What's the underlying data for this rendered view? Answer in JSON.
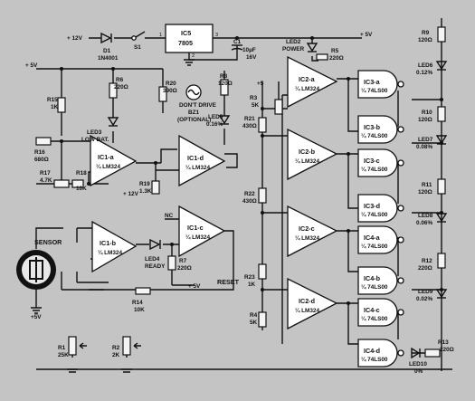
{
  "supply": {
    "in": "+ 12V",
    "out5": "+ 5V",
    "out5b": "+ 5V",
    "out5c": "+5",
    "out12": "+ 12V",
    "nc": "NC",
    "sensor_v": "+5V"
  },
  "regulator": {
    "ref": "IC5",
    "part": "7805",
    "pin1": "1",
    "pin2": "2",
    "pin3": "3"
  },
  "d1": {
    "ref": "D1",
    "part": "1N4001"
  },
  "s1": {
    "ref": "S1"
  },
  "c1": {
    "ref": "C1",
    "val": "10µF",
    "volt": "16V"
  },
  "led_power": {
    "ref": "LED2",
    "label": "POWER"
  },
  "r5": {
    "ref": "R5",
    "val": "220Ω"
  },
  "r15": {
    "ref": "R15",
    "val": "1K"
  },
  "r16": {
    "ref": "R16",
    "val": "680Ω"
  },
  "r17": {
    "ref": "R17",
    "val": "4.7K"
  },
  "r18": {
    "ref": "R18",
    "val": "10K"
  },
  "r19": {
    "ref": "R19",
    "val": "1.3K"
  },
  "r6": {
    "ref": "R6",
    "val": "220Ω"
  },
  "led_lowbat": {
    "ref": "LED3",
    "label": "LOW BAT."
  },
  "r20": {
    "ref": "R20",
    "val": "390Ω"
  },
  "bz1": {
    "line1": "DON'T DRIVE",
    "line2": "BZ1",
    "line3": "(OPTIONAL)"
  },
  "r8": {
    "ref": "R8",
    "val": "120Ω"
  },
  "led5": {
    "ref": "LED5",
    "val": "0.16%"
  },
  "r3": {
    "ref": "R3",
    "val": "5K"
  },
  "r21": {
    "ref": "R21",
    "val": "430Ω"
  },
  "r22": {
    "ref": "R22",
    "val": "430Ω"
  },
  "r23": {
    "ref": "R23",
    "val": "1K"
  },
  "r4": {
    "ref": "R4",
    "val": "5K"
  },
  "r7": {
    "ref": "R7",
    "val": "220Ω"
  },
  "r14": {
    "ref": "R14",
    "val": "10K"
  },
  "r1": {
    "ref": "R1",
    "val": "25K"
  },
  "r2": {
    "ref": "R2",
    "val": "2K"
  },
  "reset": "RESET",
  "sensor": "SENSOR",
  "led_ready": {
    "ref": "LED4",
    "label": "READY"
  },
  "opamps": {
    "ic1a": {
      "ref": "IC1-a",
      "part": "¼ LM324"
    },
    "ic1b": {
      "ref": "IC1-b",
      "part": "¼ LM324"
    },
    "ic1c": {
      "ref": "IC1-c",
      "part": "¼ LM324"
    },
    "ic1d": {
      "ref": "IC1-d",
      "part": "¼ LM324"
    },
    "ic2a": {
      "ref": "IC2-a",
      "part": "¼ LM324"
    },
    "ic2b": {
      "ref": "IC2-b",
      "part": "¼ LM324"
    },
    "ic2c": {
      "ref": "IC2-c",
      "part": "¼ LM324"
    },
    "ic2d": {
      "ref": "IC2-d",
      "part": "¼ LM324"
    }
  },
  "gates": {
    "ic3a": {
      "ref": "IC3-a",
      "part": "¼ 74LS00"
    },
    "ic3b": {
      "ref": "IC3-b",
      "part": "¼ 74LS00"
    },
    "ic3c": {
      "ref": "IC3-c",
      "part": "¼ 74LS00"
    },
    "ic3d": {
      "ref": "IC3-d",
      "part": "¼ 74LS00"
    },
    "ic4a": {
      "ref": "IC4-a",
      "part": "¼ 74LS00"
    },
    "ic4b": {
      "ref": "IC4-b",
      "part": "¼ 74LS00"
    },
    "ic4c": {
      "ref": "IC4-c",
      "part": "¼ 74LS00"
    },
    "ic4d": {
      "ref": "IC4-d",
      "part": "¼ 74LS00"
    }
  },
  "right": {
    "r9": {
      "ref": "R9",
      "val": "120Ω"
    },
    "led6": {
      "ref": "LED6",
      "val": "0.12%"
    },
    "r10": {
      "ref": "R10",
      "val": "120Ω"
    },
    "led7": {
      "ref": "LED7",
      "val": "0.08%"
    },
    "r11": {
      "ref": "R11",
      "val": "120Ω"
    },
    "led8": {
      "ref": "LED8",
      "val": "0.06%"
    },
    "r12": {
      "ref": "R12",
      "val": "220Ω"
    },
    "led9": {
      "ref": "LED9",
      "val": "0.02%"
    },
    "r13": {
      "ref": "R13",
      "val": "220Ω"
    },
    "led10": {
      "ref": "LED10",
      "val": "0%"
    }
  }
}
